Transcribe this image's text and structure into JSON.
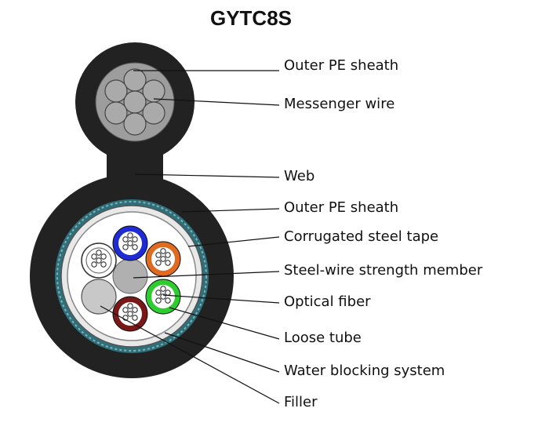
{
  "title": "GYTC8S",
  "labels": {
    "outer_pe_sheath_top": "Outer PE sheath",
    "messenger_wire": "Messenger wire",
    "web": "Web",
    "outer_pe_sheath_bottom": "Outer PE sheath",
    "corrugated_steel_tape": "Corrugated steel tape",
    "steel_wire_strength_member": "Steel-wire strength member",
    "optical_fiber": "Optical fiber",
    "loose_tube": "Loose tube",
    "water_blocking_system": "Water blocking system",
    "filler": "Filler"
  },
  "colors": {
    "sheath": "#222222",
    "steel_tape": "#2f6f7a",
    "tube_blue": "#1f2bd6",
    "tube_orange": "#e06a1e",
    "tube_green": "#2ecc2e",
    "tube_brown": "#7a1818",
    "messenger_wire": "#a8a8a8",
    "filler": "#c8c8c8"
  }
}
